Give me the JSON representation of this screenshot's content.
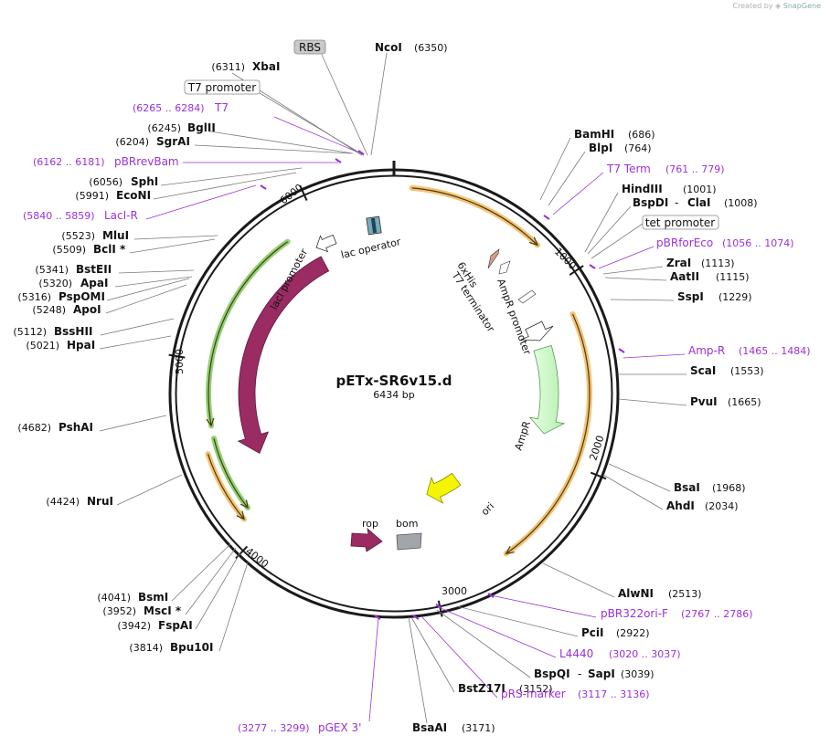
{
  "attribution": {
    "prefix": "Created by",
    "brand": "SnapGene"
  },
  "plasmid": {
    "name": "pETx-SR6v15.d",
    "size_label": "6434 bp"
  },
  "tick_labels": [
    "1000",
    "2000",
    "3000",
    "4000",
    "5000",
    "6000"
  ],
  "boxed_labels": {
    "rbs": "RBS",
    "t7_promoter": "T7 promoter",
    "tet_promoter": "tet promoter"
  },
  "features": {
    "lac_operator": "lac operator",
    "laci_promoter": "lacI promoter",
    "laci": "lacI",
    "his_tag": "6xHis",
    "t7_terminator": "T7 terminator",
    "ampr_promoter": "AmpR promoter",
    "ampr": "AmpR",
    "ori": "ori",
    "rop": "rop",
    "bom": "bom"
  },
  "enzymes": [
    {
      "name": "NcoI",
      "pos": "(6350)"
    },
    {
      "name": "XbaI",
      "pos": "(6311)"
    },
    {
      "name": "BglII",
      "pos": "(6245)"
    },
    {
      "name": "SgrAI",
      "pos": "(6204)"
    },
    {
      "name": "SphI",
      "pos": "(6056)"
    },
    {
      "name": "EcoNI",
      "pos": "(5991)"
    },
    {
      "name": "MluI",
      "pos": "(5523)"
    },
    {
      "name": "BclI *",
      "pos": "(5509)"
    },
    {
      "name": "BstEII",
      "pos": "(5341)"
    },
    {
      "name": "ApaI",
      "pos": "(5320)"
    },
    {
      "name": "PspOMI",
      "pos": "(5316)"
    },
    {
      "name": "ApoI",
      "pos": "(5248)"
    },
    {
      "name": "BssHII",
      "pos": "(5112)"
    },
    {
      "name": "HpaI",
      "pos": "(5021)"
    },
    {
      "name": "PshAI",
      "pos": "(4682)"
    },
    {
      "name": "NruI",
      "pos": "(4424)"
    },
    {
      "name": "BsmI",
      "pos": "(4041)"
    },
    {
      "name": "MscI *",
      "pos": "(3952)"
    },
    {
      "name": "FspAI",
      "pos": "(3942)"
    },
    {
      "name": "Bpu10I",
      "pos": "(3814)"
    },
    {
      "name": "BamHI",
      "pos": "(686)"
    },
    {
      "name": "BlpI",
      "pos": "(764)"
    },
    {
      "name": "HindIII",
      "pos": "(1001)"
    },
    {
      "name": "BspDI",
      "pos": ""
    },
    {
      "name": "ClaI",
      "pos": "(1008)"
    },
    {
      "name": "ZraI",
      "pos": "(1113)"
    },
    {
      "name": "AatII",
      "pos": "(1115)"
    },
    {
      "name": "SspI",
      "pos": "(1229)"
    },
    {
      "name": "ScaI",
      "pos": "(1553)"
    },
    {
      "name": "PvuI",
      "pos": "(1665)"
    },
    {
      "name": "BsaI",
      "pos": "(1968)"
    },
    {
      "name": "AhdI",
      "pos": "(2034)"
    },
    {
      "name": "AlwNI",
      "pos": "(2513)"
    },
    {
      "name": "PciI",
      "pos": "(2922)"
    },
    {
      "name": "BspQI",
      "pos": ""
    },
    {
      "name": "SapI",
      "pos": "(3039)"
    },
    {
      "name": "BstZ17I",
      "pos": "(3152)"
    },
    {
      "name": "BsaAI",
      "pos": "(3171)"
    }
  ],
  "primers": [
    {
      "name": "T7",
      "range": "(6265 .. 6284)"
    },
    {
      "name": "pBRrevBam",
      "range": "(6162 .. 6181)"
    },
    {
      "name": "LacI-R",
      "range": "(5840 .. 5859)"
    },
    {
      "name": "T7 Term",
      "range": "(761 .. 779)"
    },
    {
      "name": "pBRforEco",
      "range": "(1056 .. 1074)"
    },
    {
      "name": "Amp-R",
      "range": "(1465 .. 1484)"
    },
    {
      "name": "pBR322ori-F",
      "range": "(2767 .. 2786)"
    },
    {
      "name": "L4440",
      "range": "(3020 .. 3037)"
    },
    {
      "name": "pRS-marker",
      "range": "(3117 .. 3136)"
    },
    {
      "name": "pGEX 3'",
      "range": "(3277 .. 3299)"
    }
  ],
  "colors": {
    "backbone": "#1a1a1a",
    "laci": "#9a2b63",
    "ampr": "#c8f7c5",
    "ori": "#f5f500",
    "bom": "#a2a6ab",
    "orf_orange": "#f2b75a",
    "orf_green": "#7cc95a",
    "primer": "#9b30d9"
  }
}
